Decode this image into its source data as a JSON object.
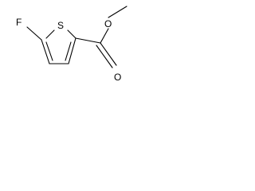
{
  "atoms": {
    "fluorine": "F",
    "sulfur": "S",
    "carbonyl_oxygen": "O",
    "ester_oxygen": "O"
  },
  "colors": {
    "bond": "#000000",
    "background": "#ffffff"
  }
}
